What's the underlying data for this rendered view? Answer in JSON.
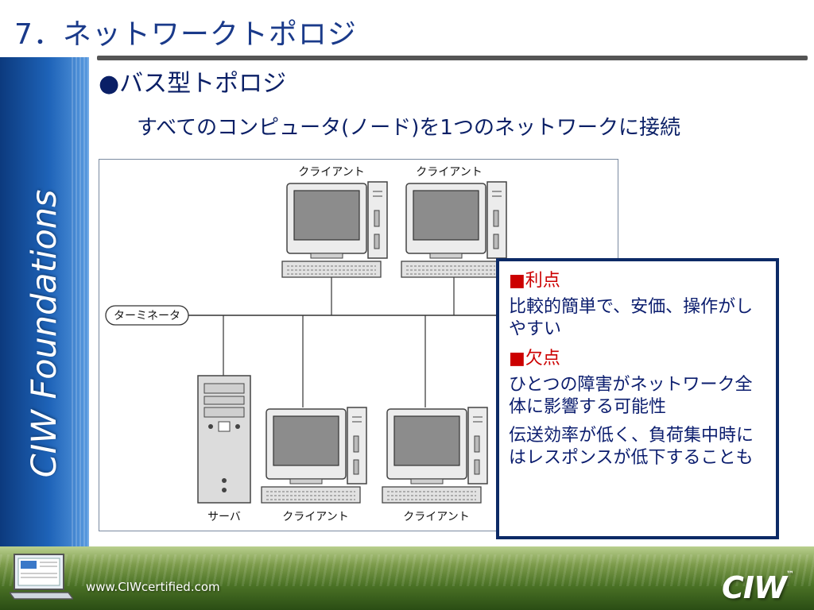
{
  "slide": {
    "title": "7．ネットワークトポロジ",
    "sidebar_title": "CIW Foundations",
    "heading": "●バス型トポロジ",
    "subheading": "すべてのコンピュータ(ノード)を1つのネットワークに接続"
  },
  "diagram": {
    "labels": {
      "client_top_1": "クライアント",
      "client_top_2": "クライアント",
      "terminator": "ターミネータ",
      "server": "サーバ",
      "client_bottom_1": "クライアント",
      "client_bottom_2": "クライアント"
    }
  },
  "notes": {
    "pros_bullet": "■",
    "pros_heading": "利点",
    "pros_text": "比較的簡単で、安価、操作がしやすい",
    "cons_bullet": "■",
    "cons_heading": "欠点",
    "cons_text_1": "ひとつの障害がネットワーク全体に影響する可能性",
    "cons_text_2": "伝送効率が低く、負荷集中時にはレスポンスが低下することも"
  },
  "footer": {
    "url": "www.CIWcertified.com",
    "logo": "CIW",
    "logo_tm": "™"
  },
  "colors": {
    "title": "#1a3a8a",
    "text": "#0a1f66",
    "accent_red": "#cc0000",
    "note_border": "#0c2a66",
    "sidebar": "#1e63b8",
    "footer": "#4c7326"
  }
}
